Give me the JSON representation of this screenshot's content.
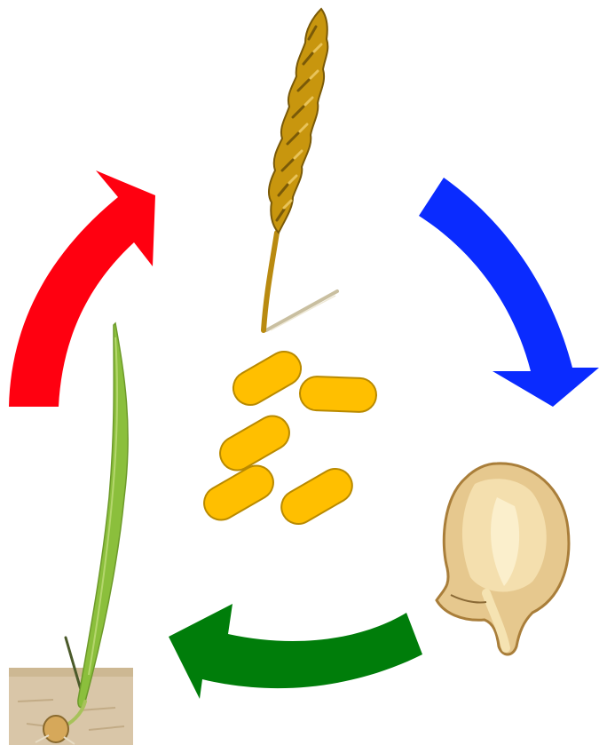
{
  "colors": {
    "background": "#ffffff",
    "arrow_top_to_right": "#0a2bff",
    "arrow_right_to_bottom": "#007d0a",
    "arrow_left_to_top": "#ff0010",
    "seed_fill": "#ffbf00",
    "seed_stroke": "#b98a00",
    "spike_fill": "#c8960e",
    "spike_stroke": "#7a5a08",
    "seedling_leaf": "#8bbf3c",
    "soil": "#d9c6a8"
  },
  "stages": [
    {
      "name": "mature-spike"
    },
    {
      "name": "seeds"
    },
    {
      "name": "germinating-seed"
    },
    {
      "name": "seedling"
    }
  ],
  "arrows": [
    {
      "name": "arrow-spike-to-germinating-seed",
      "color_key": "arrow_top_to_right"
    },
    {
      "name": "arrow-germinating-seed-to-seedling",
      "color_key": "arrow_right_to_bottom"
    },
    {
      "name": "arrow-seedling-to-spike",
      "color_key": "arrow_left_to_top"
    }
  ]
}
